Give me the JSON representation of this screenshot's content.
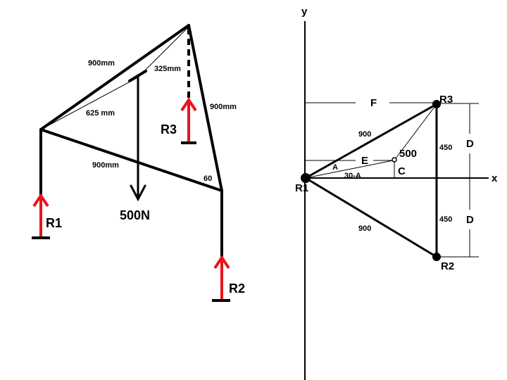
{
  "colors": {
    "reaction": "#e8141c",
    "line": "#000000"
  },
  "left": {
    "top_left_member": "900mm",
    "seg_325": "325mm",
    "seg_625": "625 mm",
    "right_member": "900mm",
    "bottom_member": "900mm",
    "angle": "60",
    "load": "500N",
    "r1": "R1",
    "r2": "R2",
    "r3": "R3"
  },
  "right": {
    "y_axis": "y",
    "x_axis": "x",
    "r1": "R1",
    "r2": "R2",
    "r3": "R3",
    "f": "F",
    "e": "E",
    "c": "C",
    "a": "A",
    "thirty_minus_a": "30-A",
    "load": "500",
    "len_top": "900",
    "len_bottom": "900",
    "half_top": "450",
    "half_bottom": "450",
    "d_top": "D",
    "d_bottom": "D"
  }
}
